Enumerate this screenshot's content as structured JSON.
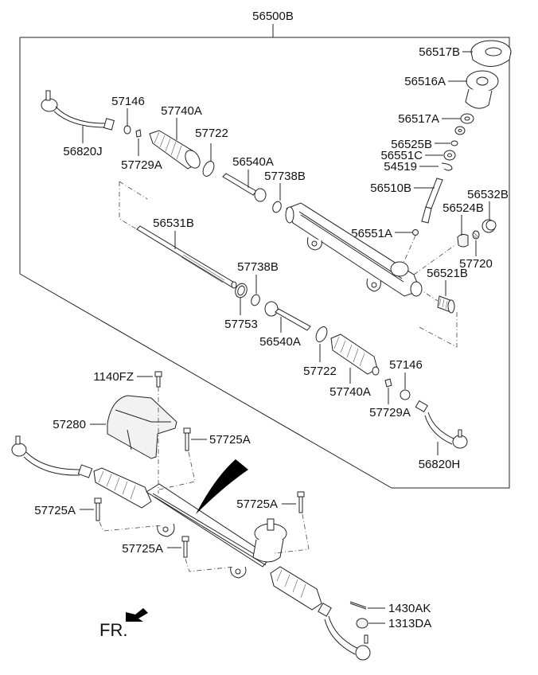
{
  "diagram": {
    "title": "Steering Gear Box Assembly Parts Diagram",
    "assembly_label": "56500B",
    "direction_label": "FR.",
    "parts": {
      "p56517B": "56517B",
      "p56516A": "56516A",
      "p56517A": "56517A",
      "p56525B": "56525B",
      "p56551C": "56551C",
      "p54519": "54519",
      "p56510B": "56510B",
      "p56532B": "56532B",
      "p56524B": "56524B",
      "p56551A": "56551A",
      "p57720": "57720",
      "p56521B": "56521B",
      "p57146_top": "57146",
      "p57740A_top": "57740A",
      "p57722_top": "57722",
      "p56820J": "56820J",
      "p57729A_top": "57729A",
      "p56540A_top": "56540A",
      "p57738B_top": "57738B",
      "p56531B": "56531B",
      "p57738B_mid": "57738B",
      "p57753": "57753",
      "p56540A_mid": "56540A",
      "p57722_bot": "57722",
      "p57740A_bot": "57740A",
      "p57146_bot": "57146",
      "p57729A_bot": "57729A",
      "p56820H": "56820H",
      "p1140FZ": "1140FZ",
      "p57280": "57280",
      "p57725A_1": "57725A",
      "p57725A_2": "57725A",
      "p57725A_3": "57725A",
      "p57725A_4": "57725A",
      "p1430AK": "1430AK",
      "p1313DA": "1313DA"
    }
  }
}
